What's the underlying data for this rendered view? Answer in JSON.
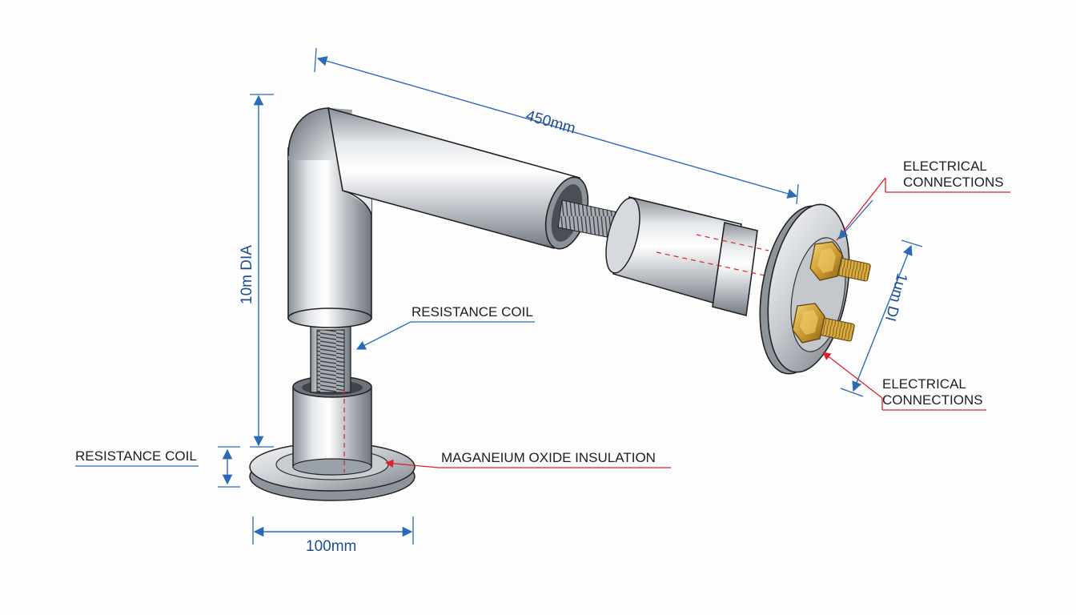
{
  "dimensions": {
    "length": "450mm",
    "height_dia": "10m DIA",
    "base_width": "100mm",
    "terminal_dia": "1um DI"
  },
  "callouts": {
    "electrical_connections_top": "ELECTRICAL CONNECTIONS",
    "electrical_connections_bottom": "ELECTRICAL CONNECTIONS",
    "resistance_coil_middle": "RESISTANCE COIL",
    "resistance_coil_base": "RESISTANCE COIL",
    "insulation": "MAGANEIUM OXIDE INSULATION"
  },
  "colors": {
    "dimension_line": "#2a6ab7",
    "leader_red": "#d8242b",
    "leader_blue": "#2a6ab7",
    "steel_light": "#f2f3f5",
    "steel_dark": "#8d9299",
    "brass": "#d9b04a"
  }
}
